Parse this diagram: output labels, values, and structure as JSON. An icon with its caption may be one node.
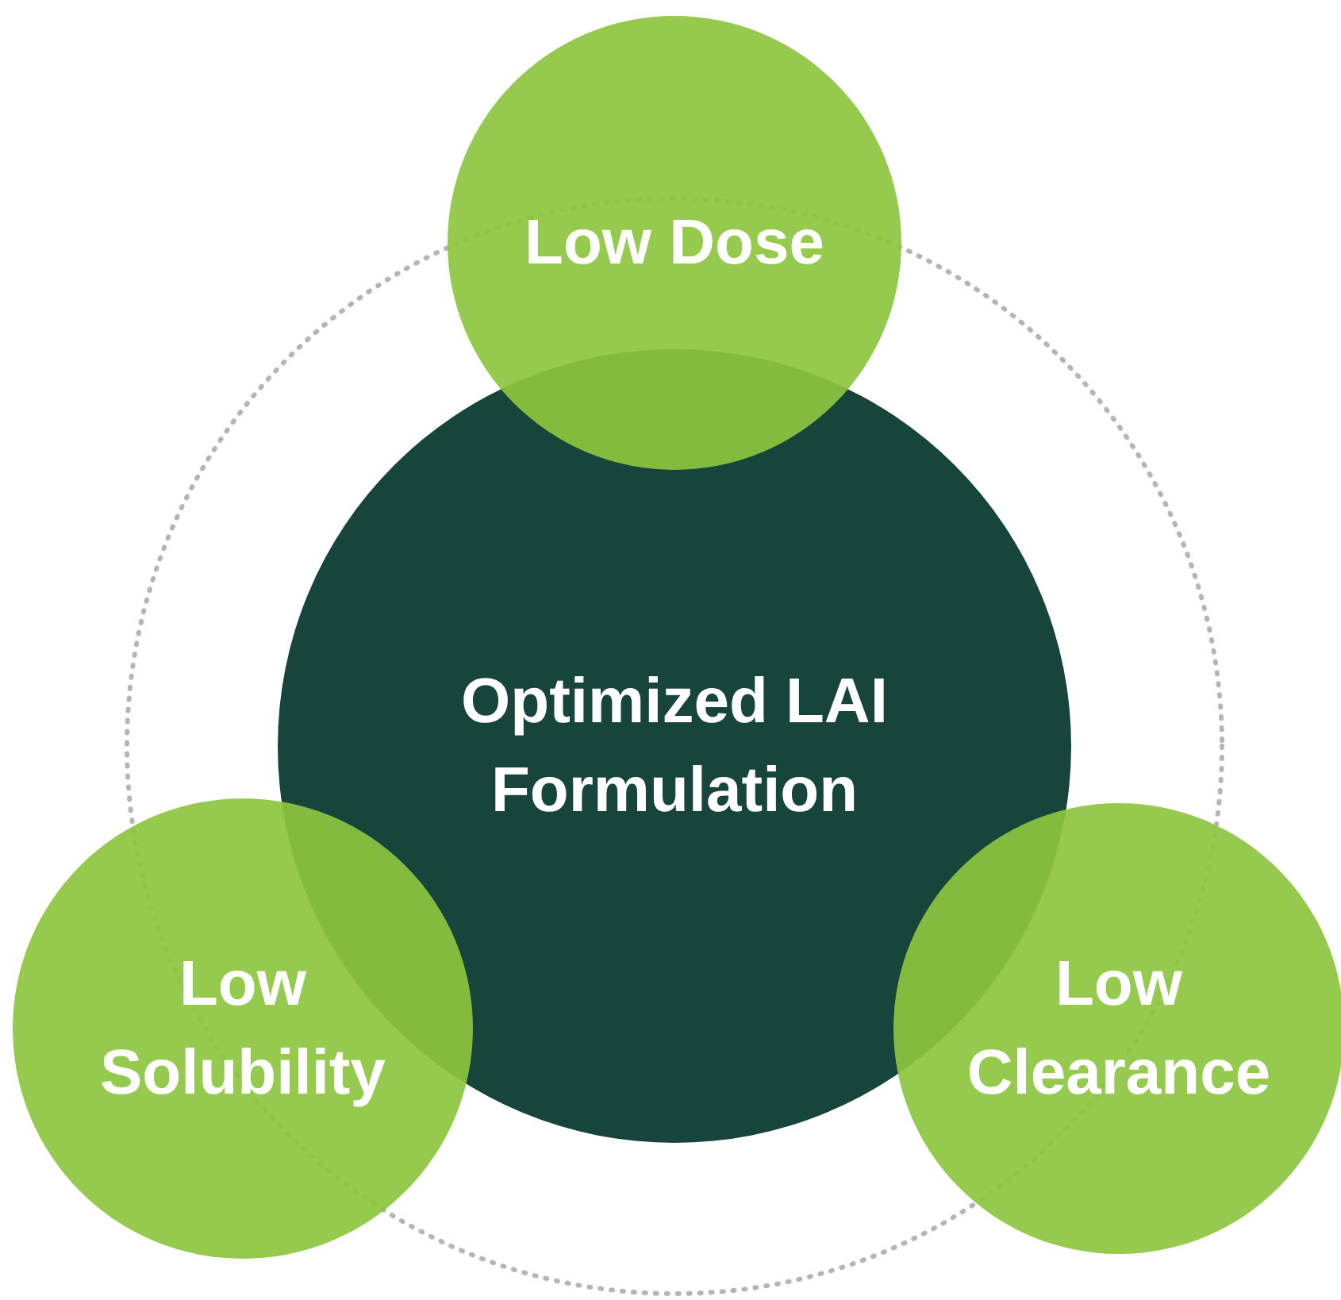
{
  "diagram": {
    "nodes": [
      {
        "text": [
          "Low Dose"
        ]
      },
      {
        "text": [
          "Optimized LAI Formulation"
        ]
      },
      {
        "text": [
          "Low Solubility"
        ]
      },
      {
        "text": [
          "Low Clearance"
        ]
      }
    ]
  }
}
